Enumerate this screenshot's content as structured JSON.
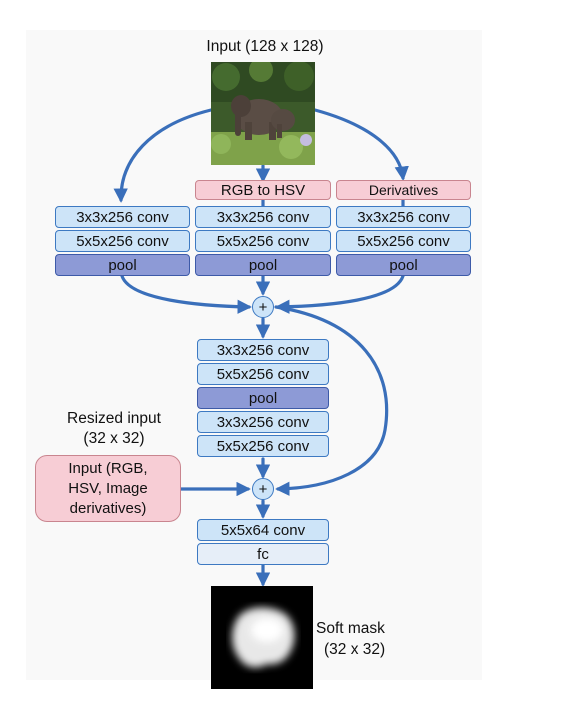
{
  "input_title": "Input (128 x 128)",
  "branches": [
    {
      "pre": "",
      "conv1": "3x3x256 conv",
      "conv2": "5x5x256 conv",
      "pool": "pool"
    },
    {
      "pre": "RGB to HSV",
      "conv1": "3x3x256 conv",
      "conv2": "5x5x256 conv",
      "pool": "pool"
    },
    {
      "pre": "Derivatives",
      "conv1": "3x3x256 conv",
      "conv2": "5x5x256 conv",
      "pool": "pool"
    }
  ],
  "plus_symbol": "+",
  "trunk": {
    "conv1": "3x3x256 conv",
    "conv2": "5x5x256 conv",
    "pool": "pool",
    "conv3": "3x3x256 conv",
    "conv4": "5x5x256 conv"
  },
  "resized_input": {
    "line1": "Resized input",
    "line2": "(32 x 32)"
  },
  "side_input": {
    "line1": "Input (RGB,",
    "line2": "HSV, Image",
    "line3": "derivatives)"
  },
  "head": {
    "conv": "5x5x64 conv",
    "fc": "fc"
  },
  "output": {
    "line1": "Soft mask",
    "line2": "(32 x 32)"
  },
  "colors": {
    "arrow": "#3a6fba",
    "conv": "#cde4f8",
    "pool": "#8d9ad6",
    "pink": "#f7cdd5"
  }
}
